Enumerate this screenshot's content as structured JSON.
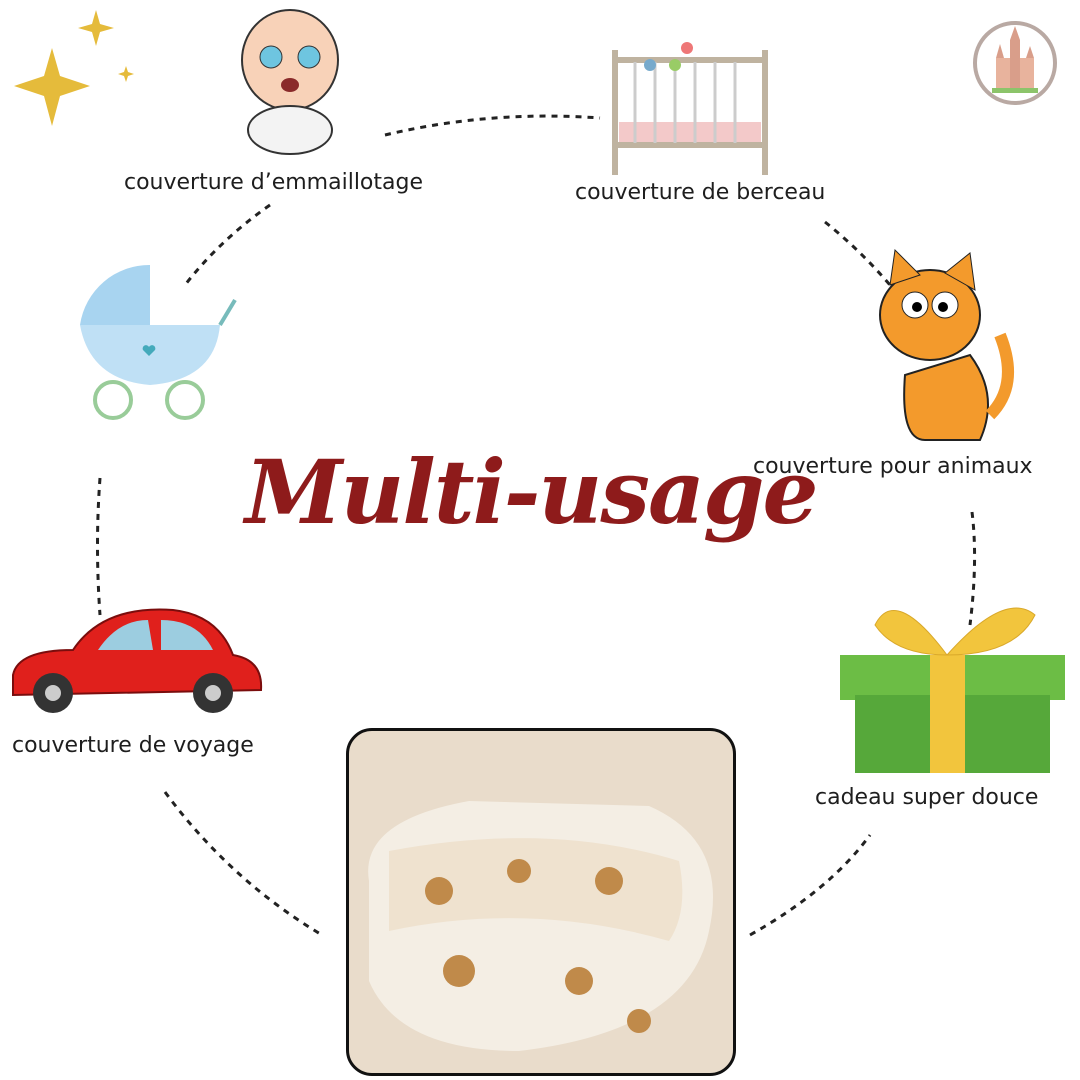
{
  "title": "Multi-usage",
  "uses": [
    {
      "label": "couverture d’emmaillotage",
      "icon": "baby-icon"
    },
    {
      "label": "couverture de berceau",
      "icon": "crib-icon"
    },
    {
      "label": "couverture pour animaux",
      "icon": "cat-icon"
    },
    {
      "label": "cadeau super douce",
      "icon": "gift-icon"
    },
    {
      "label": "couverture de voyage",
      "icon": "car-icon"
    },
    {
      "label": "",
      "icon": "stroller-icon"
    }
  ],
  "colors": {
    "title": "#8e1b1b",
    "photo_bg": "#e9dccb"
  }
}
